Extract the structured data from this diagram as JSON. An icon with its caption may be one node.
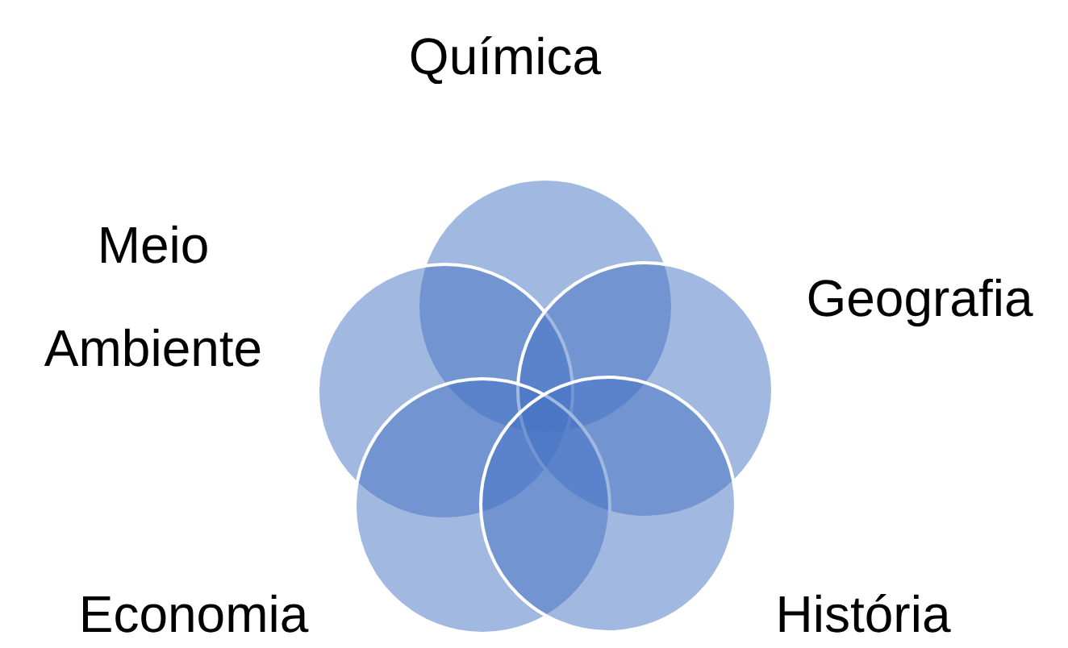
{
  "diagram": {
    "nodes": [
      {
        "text": [
          "Química"
        ]
      },
      {
        "text": [
          "Meio Ambiente"
        ]
      },
      {
        "text": [
          "Geografia"
        ]
      },
      {
        "text": [
          "Economia"
        ]
      },
      {
        "text": [
          "História"
        ]
      }
    ]
  }
}
